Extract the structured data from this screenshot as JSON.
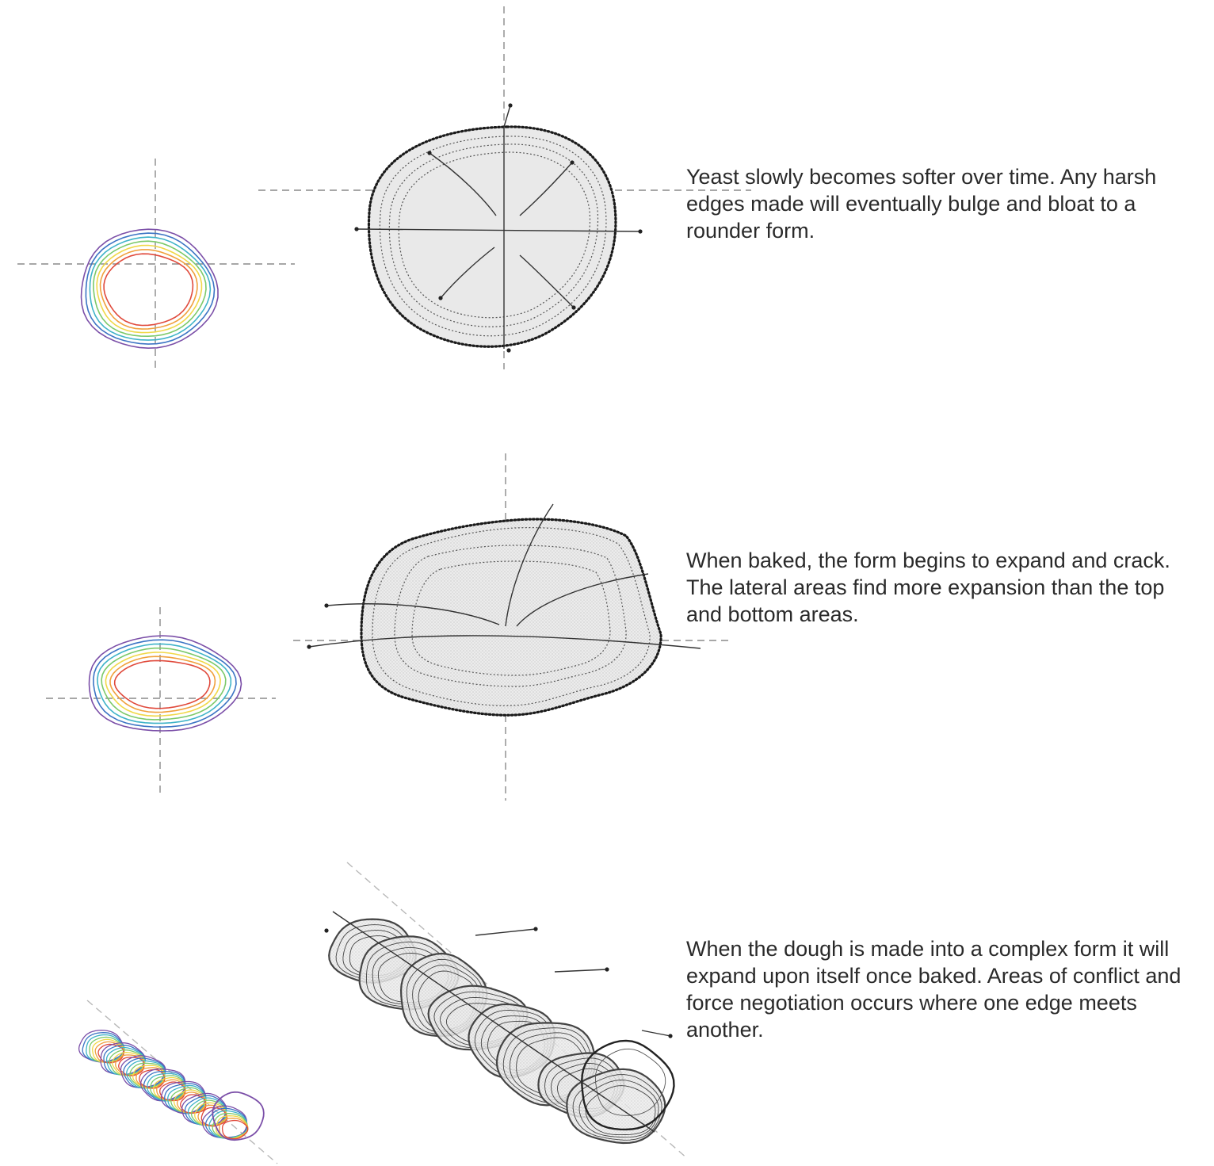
{
  "captions": {
    "row1": "Yeast slowly becomes softer over time. Any harsh edges made will eventually bulge and bloat to a rounder form.",
    "row2": "When baked, the form begins to expand and crack. The lateral areas find more expansion than the top and bottom areas.",
    "row3": "When the dough is made into a complex form it will expand upon itself once baked. Areas of conflict and force negotiation occurs where one edge meets another."
  },
  "colors": {
    "stage_lines": [
      "#7b4fa8",
      "#3c74c4",
      "#3fb3c8",
      "#7cc96a",
      "#f0d848",
      "#f0a03c",
      "#e04a3c"
    ],
    "axis": "#8a8a8a",
    "fill": "#e9e9e9"
  }
}
